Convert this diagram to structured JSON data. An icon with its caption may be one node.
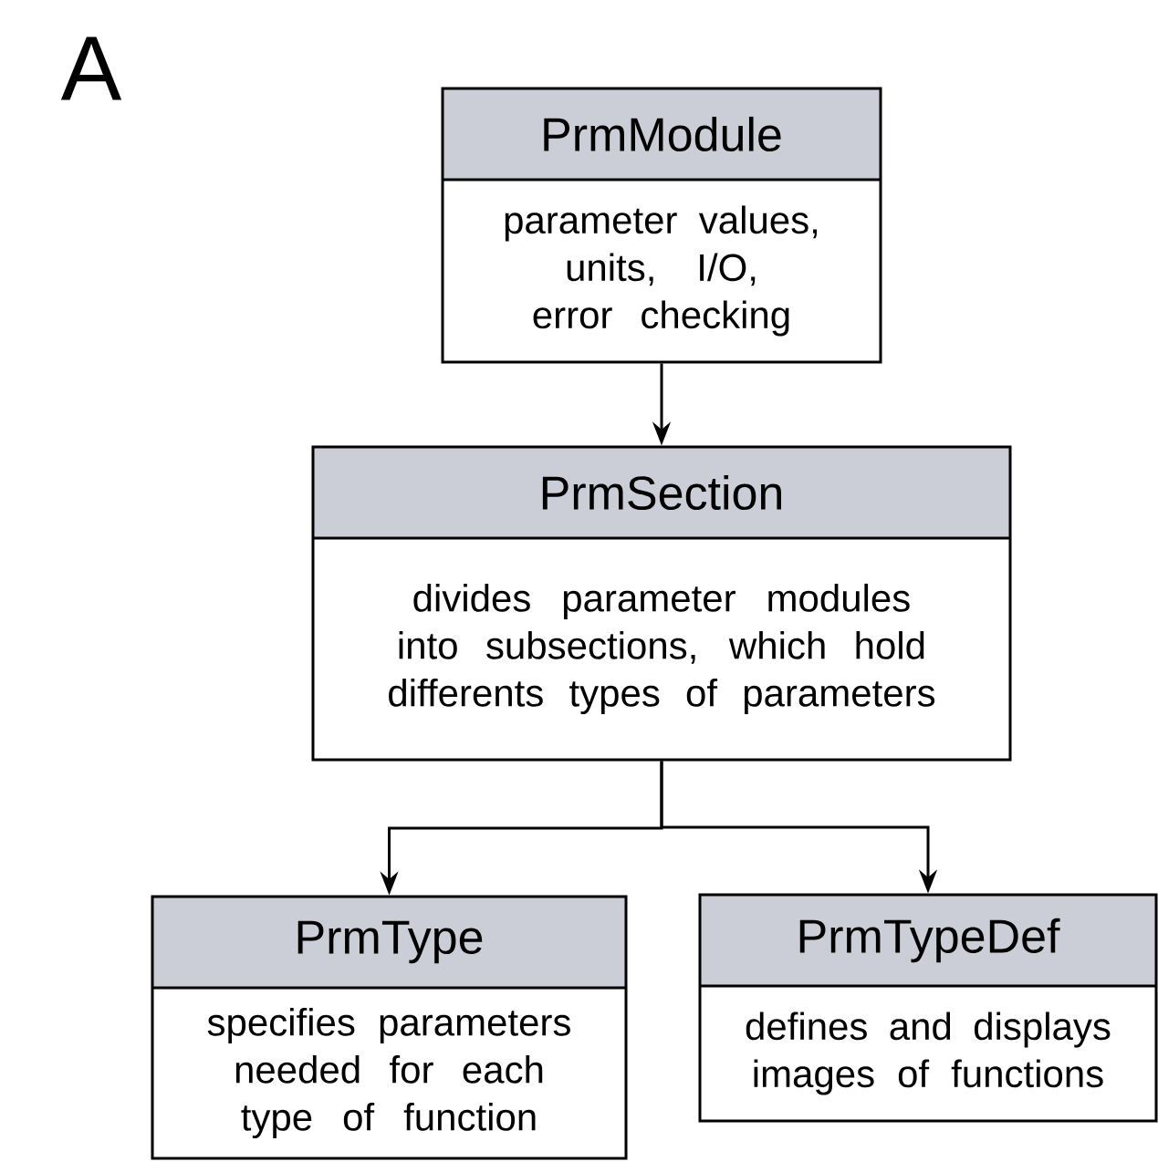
{
  "diagram": {
    "nodes": [
      {
        "text": [
          "PrmModule",
          "parameter values, units, I/O, error checking"
        ]
      },
      {
        "text": [
          "PrmSection",
          "divides parameter modules into subsections, which hold differents types of parameters"
        ]
      },
      {
        "text": [
          "PrmType",
          "specifies parameters needed for each type of function"
        ]
      },
      {
        "text": [
          "PrmTypeDef",
          "defines and displays images of functions"
        ]
      }
    ],
    "edges": [
      {
        "from": 0,
        "to": 1,
        "arrow": "to"
      },
      {
        "from": 1,
        "to": 2,
        "arrow": "to"
      },
      {
        "from": 1,
        "to": 3,
        "arrow": "to"
      }
    ],
    "labels": [
      "A"
    ]
  }
}
